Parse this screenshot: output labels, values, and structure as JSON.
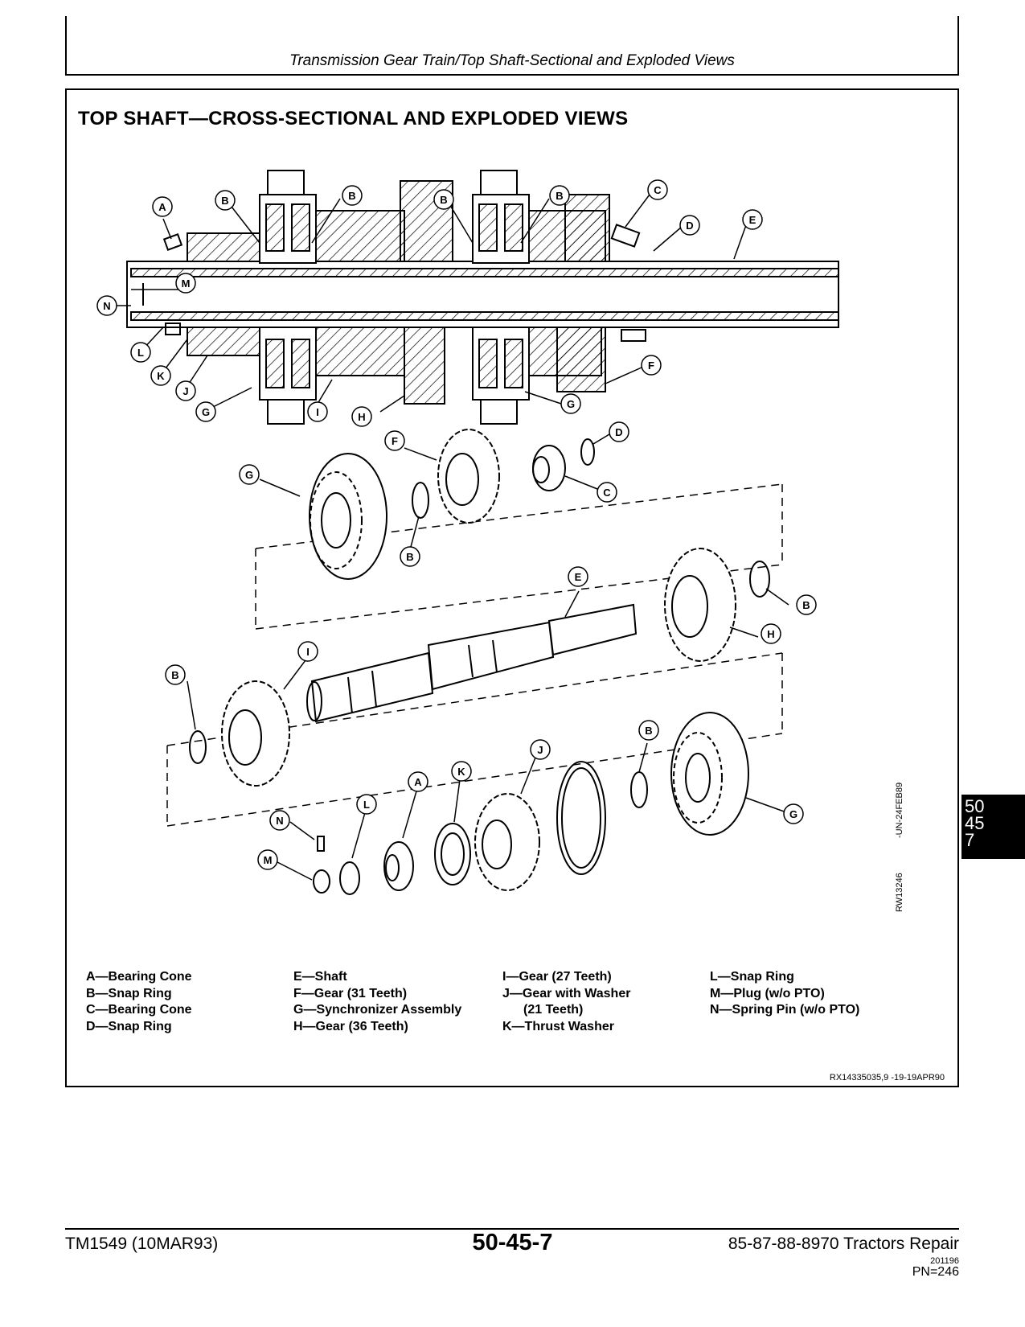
{
  "header": {
    "title": "Transmission Gear Train/Top Shaft-Sectional and Exploded Views"
  },
  "section": {
    "title": "TOP SHAFT—CROSS-SECTIONAL AND EXPLODED VIEWS"
  },
  "figure": {
    "callout_letters": [
      "A",
      "B",
      "C",
      "D",
      "E",
      "F",
      "G",
      "H",
      "I",
      "J",
      "K",
      "L",
      "M",
      "N"
    ],
    "side_code_1": "-UN-24FEB89",
    "side_code_2": "RW13246"
  },
  "legend": {
    "col1": [
      "A—Bearing Cone",
      "B—Snap Ring",
      "C—Bearing Cone",
      "D—Snap Ring"
    ],
    "col2": [
      "E—Shaft",
      "F—Gear (31 Teeth)",
      "G—Synchronizer Assembly",
      "H—Gear (36 Teeth)"
    ],
    "col3": [
      "I—Gear (27 Teeth)",
      "J—Gear with Washer",
      "(21 Teeth)",
      "K—Thrust Washer"
    ],
    "col4": [
      "L—Snap Ring",
      "M—Plug (w/o PTO)",
      "N—Spring Pin (w/o PTO)"
    ]
  },
  "reference": "RX14335035,9   -19-19APR90",
  "section_tab": {
    "line1": "50",
    "line2": "45",
    "line3": "7"
  },
  "footer": {
    "left": "TM1549 (10MAR93)",
    "center": "50-45-7",
    "right": "85-87-88-8970 Tractors Repair",
    "small": "201196",
    "pn": "PN=246"
  }
}
